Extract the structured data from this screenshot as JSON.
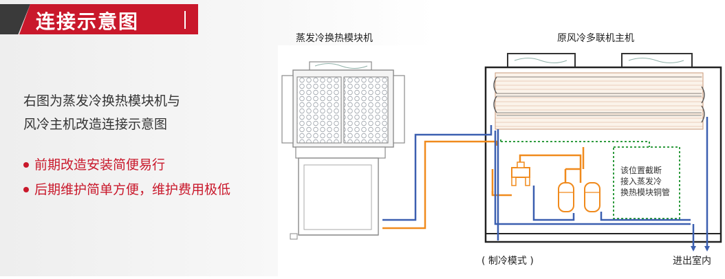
{
  "header": {
    "title": "连接示意图"
  },
  "description": {
    "line1": "右图为蒸发冷换热模块机与",
    "line2": "风冷主机改造连接示意图"
  },
  "bullets": [
    {
      "text": "前期改造安装简便易行"
    },
    {
      "text": "后期维护简单方便，维护费用极低"
    }
  ],
  "diagram": {
    "left_unit_label": "蒸发冷换热模块机",
    "right_unit_label": "原风冷多联机主机",
    "note_lines": [
      "该位置截断",
      "接入蒸发冷",
      "换热模块铜管"
    ],
    "mode_label": "( 制冷模式 )",
    "io_label": "进出室内"
  },
  "colors": {
    "accent": "#c9182b",
    "pipe_orange": "#f08a1c",
    "pipe_blue": "#3b5fb0",
    "pipe_green": "#2e9b3e"
  }
}
